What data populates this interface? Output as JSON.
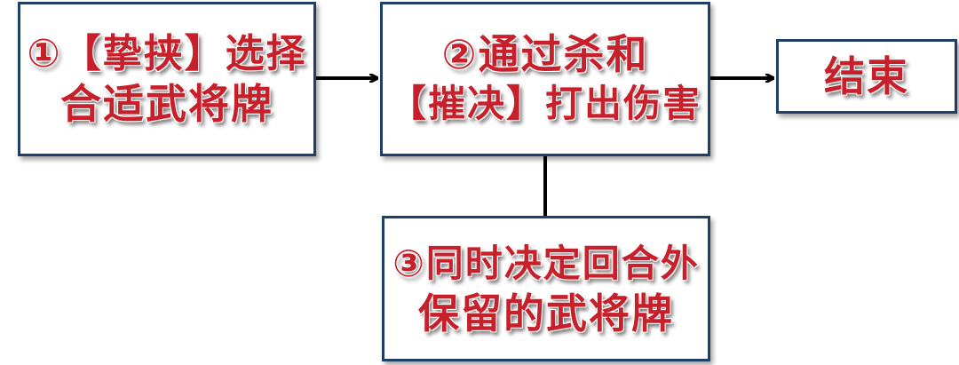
{
  "boxes": {
    "step1": {
      "lines": [
        "①【挚挟】选择",
        "合适武将牌"
      ]
    },
    "step2": {
      "lines": [
        "②通过杀和",
        "【摧决】打出伤害"
      ]
    },
    "end": {
      "lines": [
        "结束"
      ]
    },
    "step3": {
      "lines": [
        "③同时决定回合外",
        "保留的武将牌"
      ]
    }
  },
  "colors": {
    "box_border": "#1f3f66",
    "text": "#c8202a",
    "connector": "#000000"
  }
}
